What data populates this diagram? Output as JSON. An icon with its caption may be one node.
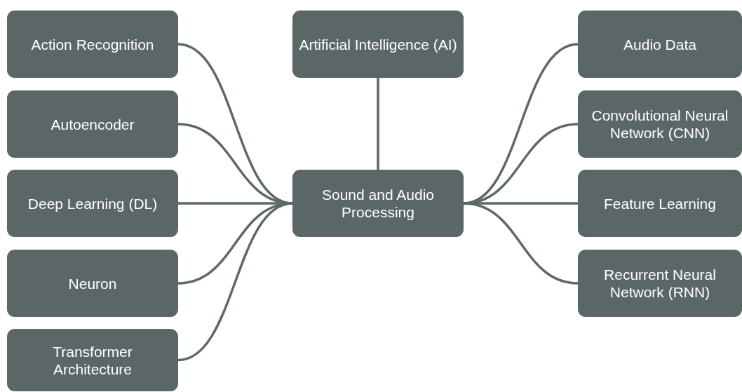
{
  "diagram": {
    "nodes": [
      {
        "text": [
          "Action Recognition"
        ]
      },
      {
        "text": [
          "Artificial Intelligence (AI)"
        ]
      },
      {
        "text": [
          "Audio Data"
        ]
      },
      {
        "text": [
          "Autoencoder"
        ]
      },
      {
        "text": [
          "Convolutional Neural Network (CNN)"
        ]
      },
      {
        "text": [
          "Deep Learning (DL)"
        ]
      },
      {
        "text": [
          "Sound and Audio Processing"
        ]
      },
      {
        "text": [
          "Feature Learning"
        ]
      },
      {
        "text": [
          "Neuron"
        ]
      },
      {
        "text": [
          "Recurrent Neural Network (RNN)"
        ]
      },
      {
        "text": [
          "Transformer Architecture"
        ]
      }
    ],
    "edges": [
      {
        "from": 6,
        "to": 0,
        "arrow": "none"
      },
      {
        "from": 6,
        "to": 1,
        "arrow": "none"
      },
      {
        "from": 6,
        "to": 2,
        "arrow": "none"
      },
      {
        "from": 6,
        "to": 3,
        "arrow": "none"
      },
      {
        "from": 6,
        "to": 4,
        "arrow": "none"
      },
      {
        "from": 6,
        "to": 5,
        "arrow": "none"
      },
      {
        "from": 6,
        "to": 7,
        "arrow": "none"
      },
      {
        "from": 6,
        "to": 8,
        "arrow": "none"
      },
      {
        "from": 6,
        "to": 9,
        "arrow": "none"
      },
      {
        "from": 6,
        "to": 10,
        "arrow": "none"
      }
    ]
  }
}
